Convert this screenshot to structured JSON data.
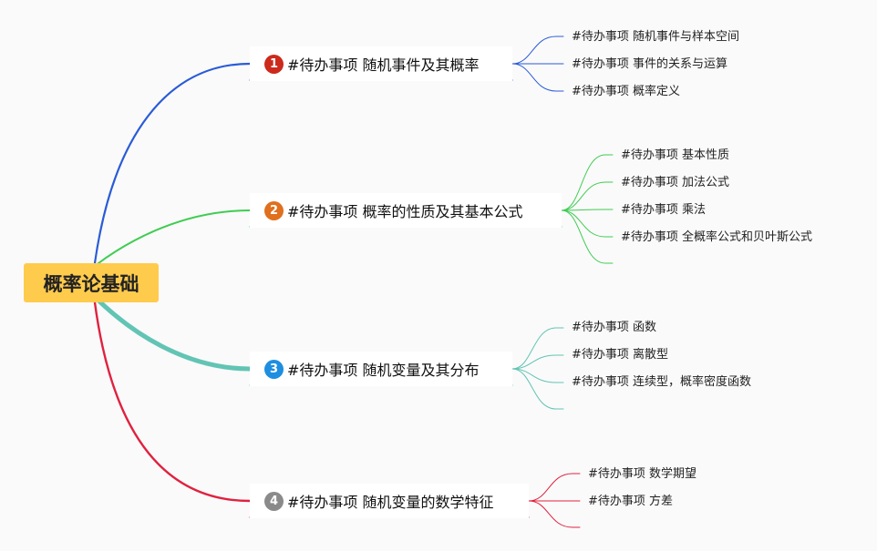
{
  "root": {
    "label": "概率论基础"
  },
  "branches": [
    {
      "number": "1",
      "label": "#待办事项 随机事件及其概率",
      "badge_color": "#cc2a1c",
      "line_color": "#2a5bd7",
      "leaves": [
        "#待办事项 随机事件与样本空间",
        "#待办事项 事件的关系与运算",
        "#待办事项 概率定义"
      ]
    },
    {
      "number": "2",
      "label": "#待办事项 概率的性质及其基本公式",
      "badge_color": "#e06f1e",
      "line_color": "#3fcc52",
      "leaves": [
        "#待办事项 基本性质",
        "#待办事项 加法公式",
        "#待办事项 乘法",
        "#待办事项 全概率公式和贝叶斯公式"
      ]
    },
    {
      "number": "3",
      "label": "#待办事项 随机变量及其分布",
      "badge_color": "#1e8ee0",
      "line_color": "#62c4b4",
      "leaves": [
        "#待办事项 函数",
        "#待办事项 离散型",
        "#待办事项 连续型，概率密度函数"
      ]
    },
    {
      "number": "4",
      "label": "#待办事项 随机变量的数学特征",
      "badge_color": "#8a8a8a",
      "line_color": "#e0213f",
      "leaves": [
        "#待办事项 数学期望",
        "#待办事项 方差"
      ]
    }
  ]
}
